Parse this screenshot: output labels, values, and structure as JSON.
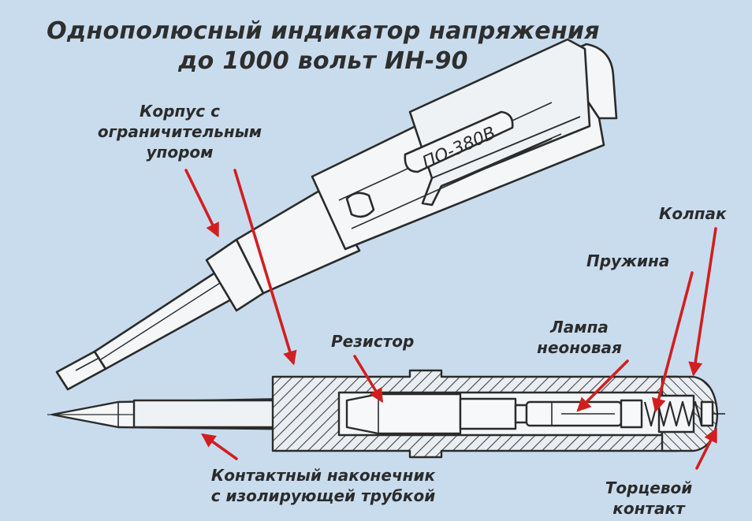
{
  "title": {
    "line1": "Однополюсный индикатор напряжения",
    "line2": "до 1000 вольт ИН-90"
  },
  "labels": {
    "body": {
      "line1": "Корпус с",
      "line2": "ограничительным",
      "line3": "упором"
    },
    "resistor": "Резистор",
    "lamp": {
      "line1": "Лампа",
      "line2": "неоновая"
    },
    "spring": "Пружина",
    "cap": "Колпак",
    "tip": {
      "line1": "Контактный наконечник",
      "line2": "с изолирующей трубкой"
    },
    "end_contact": {
      "line1": "Торцевой",
      "line2": "контакт"
    }
  },
  "housing_marking": "ПО-380В",
  "colors": {
    "background": "#c9dcee",
    "arrow": "#d11f1f",
    "ink": "#2b2b2b",
    "body_fill": "#f4f6f8"
  }
}
